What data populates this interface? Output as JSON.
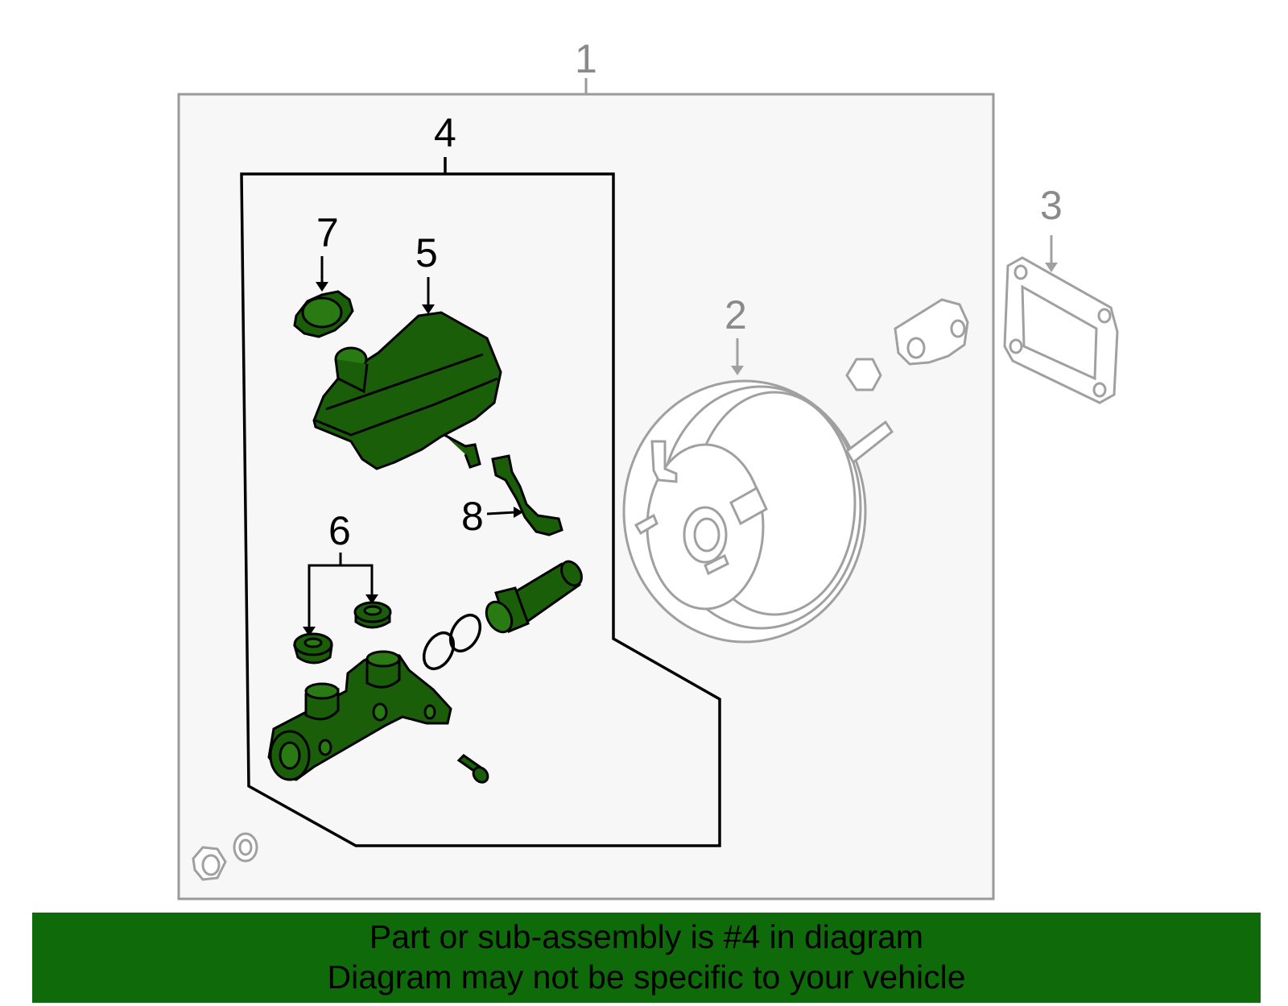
{
  "callouts": {
    "c1": "1",
    "c2": "2",
    "c3": "3",
    "c4": "4",
    "c5": "5",
    "c6": "6",
    "c7": "7",
    "c8": "8"
  },
  "banner": {
    "line1": "Part or sub-assembly is #4 in diagram",
    "line2": "Diagram may not be specific to your vehicle"
  },
  "colors": {
    "banner_bg": "#0f6a0a",
    "highlight_part": "#1a5e0a",
    "frame_bg": "#f7f7f7",
    "frame_line": "#9a9a9a",
    "gray_part": "#a0a0a0"
  }
}
